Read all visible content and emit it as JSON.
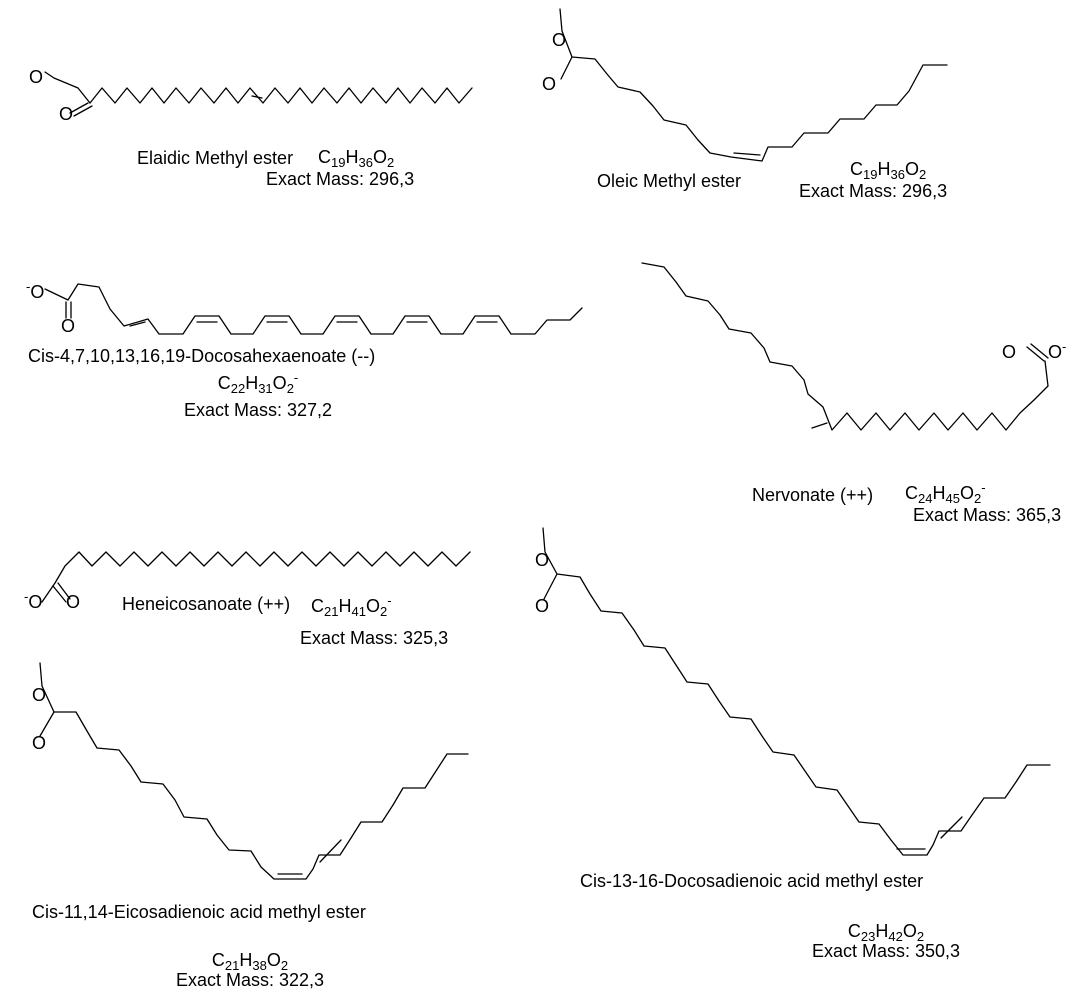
{
  "compounds": [
    {
      "name": "Elaidic Methyl ester",
      "formula": {
        "c": "19",
        "h": "36",
        "o": "2",
        "charge": ""
      },
      "mass_label": "Exact Mass:",
      "mass": "296,3"
    },
    {
      "name": "Oleic Methyl ester",
      "formula": {
        "c": "19",
        "h": "36",
        "o": "2",
        "charge": ""
      },
      "mass_label": "Exact Mass:",
      "mass": "296,3"
    },
    {
      "name": "Cis-4,7,10,13,16,19-Docosahexaenoate (--)",
      "formula": {
        "c": "22",
        "h": "31",
        "o": "2",
        "charge": "-"
      },
      "mass_label": "Exact Mass:",
      "mass": "327,2"
    },
    {
      "name": "Nervonate (++)",
      "formula": {
        "c": "24",
        "h": "45",
        "o": "2",
        "charge": "-"
      },
      "mass_label": "Exact Mass:",
      "mass": "365,3"
    },
    {
      "name": "Heneicosanoate (++)",
      "formula": {
        "c": "21",
        "h": "41",
        "o": "2",
        "charge": "-"
      },
      "mass_label": "Exact Mass:",
      "mass": "325,3"
    },
    {
      "name": "Cis-11,14-Eicosadienoic acid methyl ester",
      "formula": {
        "c": "21",
        "h": "38",
        "o": "2",
        "charge": ""
      },
      "mass_label": "Exact Mass:",
      "mass": "322,3"
    },
    {
      "name": "Cis-13-16-Docosadienoic acid methyl ester",
      "formula": {
        "c": "23",
        "h": "42",
        "o": "2",
        "charge": ""
      },
      "mass_label": "Exact Mass:",
      "mass": "350,3"
    }
  ],
  "atoms": {
    "oxygen": "O",
    "minus": "-",
    "carbon": "C",
    "hydrogen": "H"
  }
}
